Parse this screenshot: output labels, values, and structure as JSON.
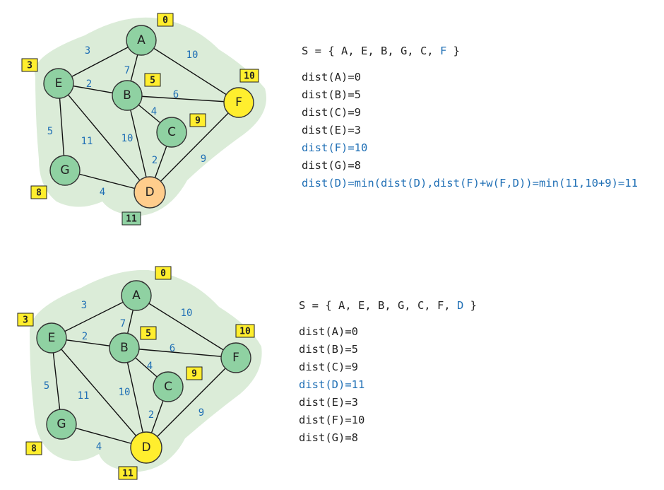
{
  "colors": {
    "region": "#dbecd8",
    "visited_node": "#8fd1a2",
    "current_node": "#ffee2e",
    "candidate_node": "#ffcd8c",
    "badge_yellow": "#ffee2e",
    "badge_green": "#8fd1a2",
    "edge": "#111111",
    "highlight_text": "#1f6fb5"
  },
  "panel1": {
    "set": {
      "prefix": "S = { A, E, B, G, C, ",
      "highlight": "F",
      "suffix": " }"
    },
    "dists": [
      {
        "text": "dist(A)=0",
        "highlight": false
      },
      {
        "text": "dist(B)=5",
        "highlight": false
      },
      {
        "text": "dist(C)=9",
        "highlight": false
      },
      {
        "text": "dist(E)=3",
        "highlight": false
      },
      {
        "text": "dist(F)=10",
        "highlight": true
      },
      {
        "text": "dist(G)=8",
        "highlight": false
      },
      {
        "text": "dist(D)=min(dist(D),dist(F)+w(F,D))=min(11,10+9)=11",
        "highlight": true
      }
    ],
    "nodes": {
      "A": {
        "label": "A",
        "fill": "visited_node",
        "badge": "0",
        "badge_fill": "badge_yellow"
      },
      "B": {
        "label": "B",
        "fill": "visited_node",
        "badge": "5",
        "badge_fill": "badge_yellow"
      },
      "C": {
        "label": "C",
        "fill": "visited_node",
        "badge": "9",
        "badge_fill": "badge_yellow"
      },
      "D": {
        "label": "D",
        "fill": "candidate_node",
        "badge": "11",
        "badge_fill": "badge_green"
      },
      "E": {
        "label": "E",
        "fill": "visited_node",
        "badge": "3",
        "badge_fill": "badge_yellow"
      },
      "F": {
        "label": "F",
        "fill": "current_node",
        "badge": "10",
        "badge_fill": "badge_yellow"
      },
      "G": {
        "label": "G",
        "fill": "visited_node",
        "badge": "8",
        "badge_fill": "badge_yellow"
      }
    }
  },
  "panel2": {
    "set": {
      "prefix": "S = { A, E, B, G, C, F, ",
      "highlight": "D",
      "suffix": " }"
    },
    "dists": [
      {
        "text": "dist(A)=0",
        "highlight": false
      },
      {
        "text": "dist(B)=5",
        "highlight": false
      },
      {
        "text": "dist(C)=9",
        "highlight": false
      },
      {
        "text": "dist(D)=11",
        "highlight": true
      },
      {
        "text": "dist(E)=3",
        "highlight": false
      },
      {
        "text": "dist(F)=10",
        "highlight": false
      },
      {
        "text": "dist(G)=8",
        "highlight": false
      }
    ],
    "nodes": {
      "A": {
        "label": "A",
        "fill": "visited_node",
        "badge": "0",
        "badge_fill": "badge_yellow"
      },
      "B": {
        "label": "B",
        "fill": "visited_node",
        "badge": "5",
        "badge_fill": "badge_yellow"
      },
      "C": {
        "label": "C",
        "fill": "visited_node",
        "badge": "9",
        "badge_fill": "badge_yellow"
      },
      "D": {
        "label": "D",
        "fill": "current_node",
        "badge": "11",
        "badge_fill": "badge_yellow"
      },
      "E": {
        "label": "E",
        "fill": "visited_node",
        "badge": "3",
        "badge_fill": "badge_yellow"
      },
      "F": {
        "label": "F",
        "fill": "visited_node",
        "badge": "10",
        "badge_fill": "badge_yellow"
      },
      "G": {
        "label": "G",
        "fill": "visited_node",
        "badge": "8",
        "badge_fill": "badge_yellow"
      }
    }
  },
  "edges": [
    {
      "from": "A",
      "to": "E",
      "weight": "3"
    },
    {
      "from": "A",
      "to": "B",
      "weight": "7"
    },
    {
      "from": "A",
      "to": "F",
      "weight": "10"
    },
    {
      "from": "E",
      "to": "B",
      "weight": "2"
    },
    {
      "from": "E",
      "to": "G",
      "weight": "5"
    },
    {
      "from": "E",
      "to": "D",
      "weight": "11"
    },
    {
      "from": "B",
      "to": "F",
      "weight": "6"
    },
    {
      "from": "B",
      "to": "C",
      "weight": "4"
    },
    {
      "from": "B",
      "to": "D",
      "weight": "10"
    },
    {
      "from": "C",
      "to": "D",
      "weight": "2"
    },
    {
      "from": "F",
      "to": "D",
      "weight": "9"
    },
    {
      "from": "G",
      "to": "D",
      "weight": "4"
    }
  ]
}
